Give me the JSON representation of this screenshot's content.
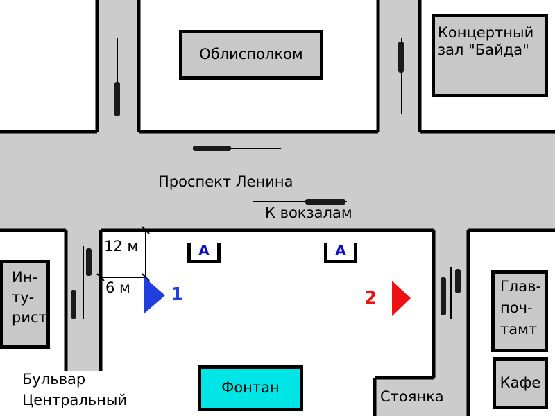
{
  "map": {
    "buildings": {
      "oblispolkom": "Облисполком",
      "concert_hall_line1": "Концертный",
      "concert_hall_line2": "зал \"Байда\"",
      "intourist_line1": "Ин-",
      "intourist_line2": "ту-",
      "intourist_line3": "рист",
      "post_office_line1": "Глав-",
      "post_office_line2": "поч-",
      "post_office_line3": "тамт",
      "cafe": "Кафе",
      "fountain": "Фонтан",
      "parking": "Стоянка"
    },
    "streets": {
      "prospekt": "Проспект Ленина",
      "to_station": "К вокзалам",
      "boulevard_line1": "Бульвар",
      "boulevard_line2": "Центральный"
    },
    "dimensions": {
      "distance_12": "12 м",
      "distance_6": "6 м"
    },
    "stops": {
      "stop_label": "А"
    },
    "positions": [
      {
        "label": "1",
        "color": "#1f3fdf"
      },
      {
        "label": "2",
        "color": "#ee1111"
      }
    ],
    "colors": {
      "road": "#cccccc",
      "building": "#c8c8c8",
      "fountain": "#00e5e5",
      "stop_sign": "#1010c0"
    }
  }
}
